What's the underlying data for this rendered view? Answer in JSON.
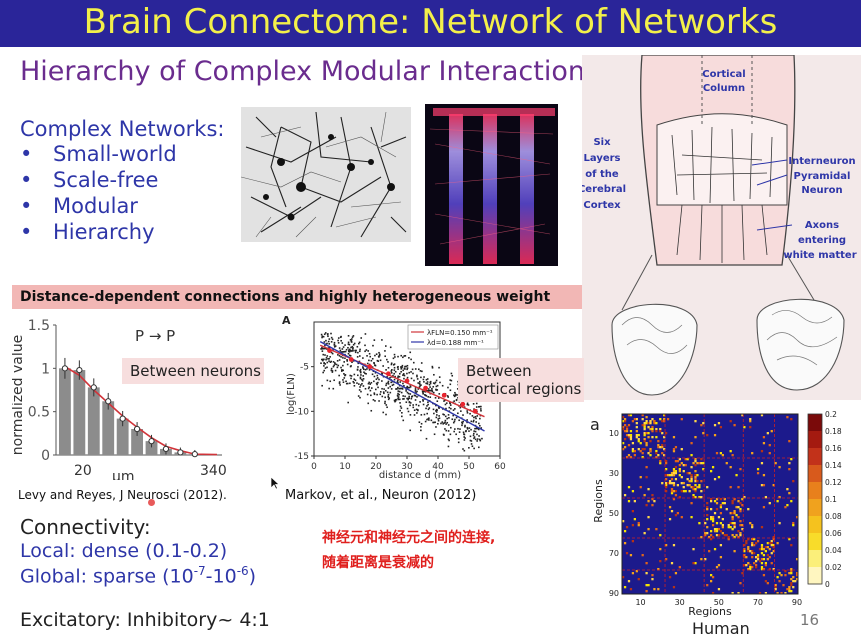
{
  "slide": {
    "title": "Brain Connectome: Network of Networks",
    "subtitle": "Hierarchy of Complex Modular  Interaction",
    "complex_networks": {
      "heading": "Complex Networks:",
      "bullet_symbol": "•",
      "items": [
        "Small-world",
        "Scale-free",
        "Modular",
        "Hierarchy"
      ]
    },
    "banner": "Distance-dependent connections and highly heterogeneous weight",
    "between_neurons": "Between neurons",
    "between_regions_line1": "Between",
    "between_regions_line2": "cortical regions",
    "levy_citation": "Levy and Reyes, J Neurosci (2012).",
    "markov_citation": "Markov, et al., Neuron (2012)",
    "connectivity_heading": "Connectivity:",
    "local": "Local: dense (0.1-0.2)",
    "global_prefix": "Global: sparse (10",
    "global_exp1": "-7",
    "global_mid": "-10",
    "global_exp2": "-6",
    "global_suffix": ")",
    "excitatory": "Excitatory: Inhibitory~ 4:1",
    "cn_note_line1": "神经元和神经元之间的连接,",
    "cn_note_line2": "随着距离是衰减的",
    "page_number": "16",
    "human_label": "Human"
  },
  "diagram": {
    "cortical_column_line1": "Cortical",
    "cortical_column_line2": "Column",
    "six_layers": [
      "Six",
      "Layers",
      "of the",
      "Cerebral",
      "Cortex"
    ],
    "interneuron": "Interneuron",
    "pyramidal_line1": "Pyramidal",
    "pyramidal_line2": "Neuron",
    "axons": [
      "Axons",
      "entering",
      "white matter"
    ]
  },
  "colors": {
    "title_bar": "#2a2599",
    "title_text": "#f3f04a",
    "subtitle": "#6a2c8e",
    "list_blue": "#2e36a8",
    "banner": "#f2b7b5",
    "note_red": "#e0201e",
    "bar_gray": "#8c8c8c",
    "fit_red": "#d0343a",
    "matrix_bg": "#1c1a8c"
  },
  "chart_data": [
    {
      "type": "bar",
      "title": "P → P",
      "xlabel": "μm",
      "ylabel": "normalized value",
      "x_tick_labels": [
        "20",
        "340"
      ],
      "y_ticks": [
        0,
        0.5,
        1,
        1.5
      ],
      "y_tick_labels": [
        "0",
        "0.5",
        "1",
        "1.5"
      ],
      "ylim": [
        0,
        1.5
      ],
      "values": [
        1.0,
        0.98,
        0.78,
        0.62,
        0.42,
        0.3,
        0.16,
        0.07,
        0.03,
        0.01
      ],
      "fit_series": [
        1.02,
        0.92,
        0.75,
        0.6,
        0.45,
        0.32,
        0.2,
        0.1,
        0.05,
        0.01
      ]
    },
    {
      "type": "scatter",
      "panel_label": "A",
      "xlabel": "distance d (mm)",
      "ylabel": "log(FLN)",
      "xlim": [
        0,
        60
      ],
      "ylim": [
        -15,
        0
      ],
      "x_ticks": [
        0,
        10,
        20,
        30,
        40,
        50,
        60
      ],
      "x_tick_labels": [
        "0",
        "10",
        "20",
        "30",
        "40",
        "50",
        "60"
      ],
      "y_ticks": [
        -15,
        -10,
        -5
      ],
      "y_tick_labels": [
        "-15",
        "-10",
        "-5"
      ],
      "series": [
        {
          "name": "λFLN=0.150 mm⁻¹",
          "color": "#d0343a",
          "line": [
            [
              2,
              -2.6
            ],
            [
              55,
              -10.6
            ]
          ]
        },
        {
          "name": "λd=0.188 mm⁻¹",
          "color": "#2e36a8",
          "line": [
            [
              2,
              -2.2
            ],
            [
              55,
              -12.2
            ]
          ]
        }
      ],
      "red_points": [
        [
          5,
          -3.2
        ],
        [
          12,
          -4.2
        ],
        [
          18,
          -5.0
        ],
        [
          24,
          -5.8
        ],
        [
          30,
          -6.6
        ],
        [
          36,
          -7.4
        ],
        [
          42,
          -8.2
        ],
        [
          48,
          -9.2
        ],
        [
          52,
          -10.0
        ]
      ]
    },
    {
      "type": "heatmap",
      "panel_label": "a",
      "xlabel": "Regions",
      "ylabel": "Regions",
      "x_ticks": [
        "10",
        "30",
        "50",
        "70",
        "90"
      ],
      "y_ticks": [
        "10",
        "30",
        "50",
        "70",
        "90"
      ],
      "colorbar_ticks": [
        "0.2",
        "0.18",
        "0.16",
        "0.14",
        "0.12",
        "0.1",
        "0.08",
        "0.06",
        "0.04",
        "0.02",
        "0"
      ],
      "size": 90
    }
  ]
}
